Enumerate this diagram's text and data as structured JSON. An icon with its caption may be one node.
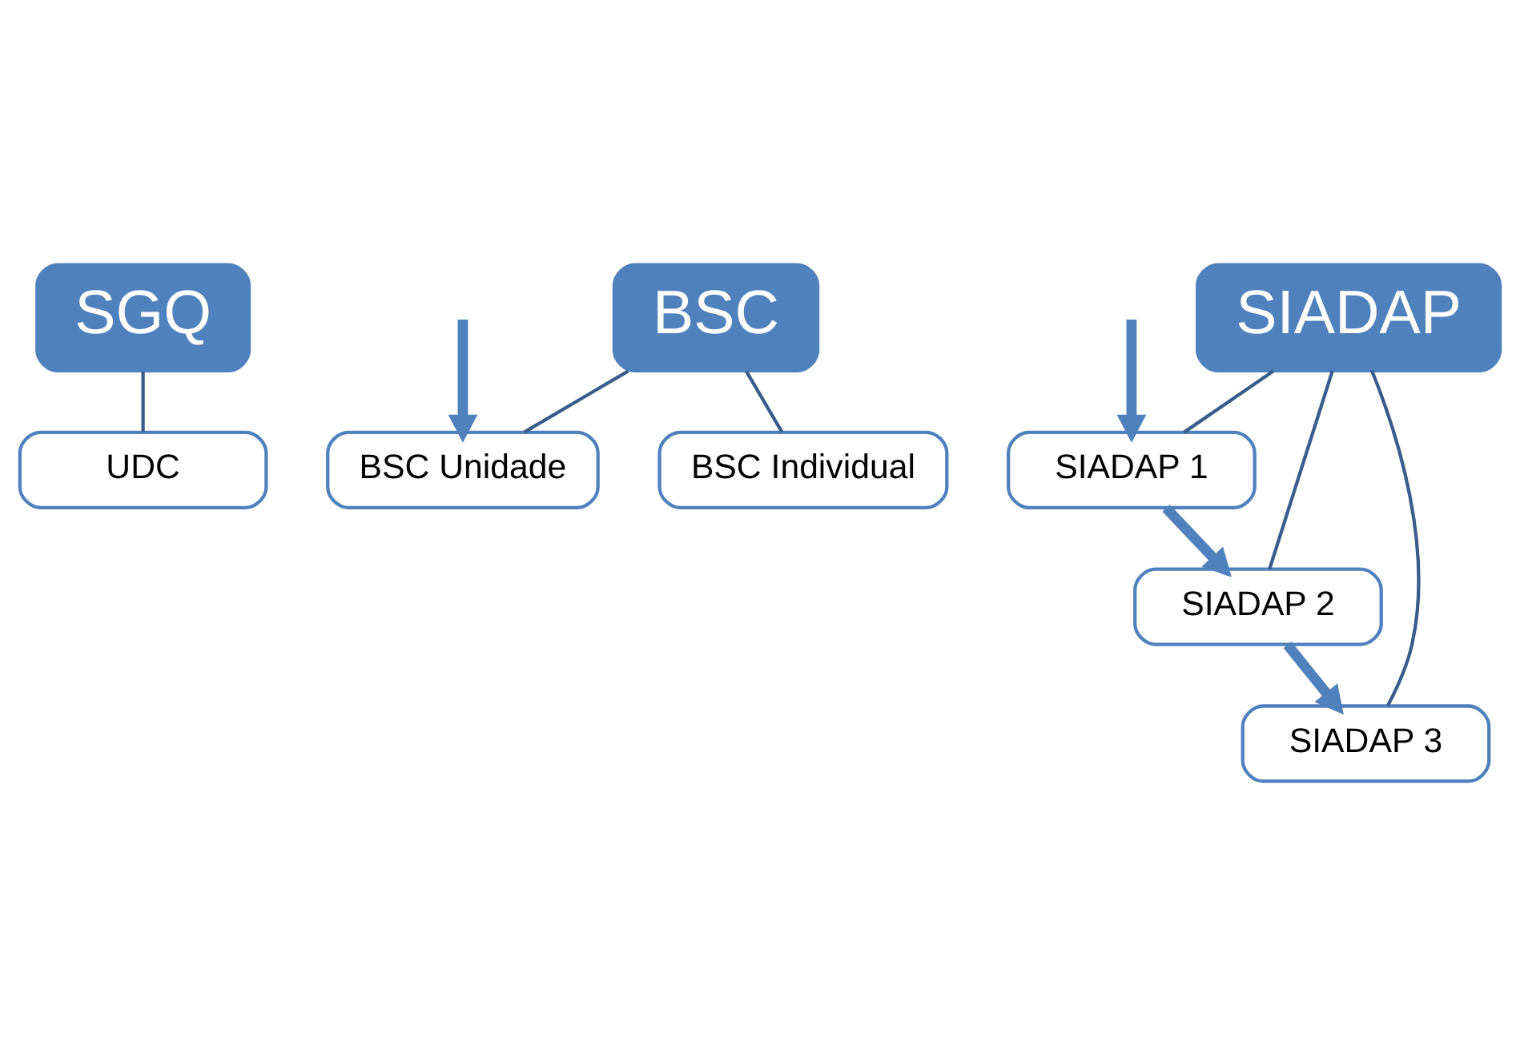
{
  "diagram": {
    "nodes": [
      {
        "text": [
          "SGQ"
        ]
      },
      {
        "text": [
          "UDC"
        ]
      },
      {
        "text": [
          "BSC"
        ]
      },
      {
        "text": [
          "BSC Unidade"
        ]
      },
      {
        "text": [
          "BSC Individual"
        ]
      },
      {
        "text": [
          "SIADAP"
        ]
      },
      {
        "text": [
          "SIADAP 1"
        ]
      },
      {
        "text": [
          "SIADAP 2"
        ]
      },
      {
        "text": [
          "SIADAP 3"
        ]
      }
    ],
    "edges": [
      {
        "from": 0,
        "to": 1,
        "arrow": "none"
      },
      {
        "from": 2,
        "to": 3,
        "arrow": "none"
      },
      {
        "from": 2,
        "to": 4,
        "arrow": "none"
      },
      {
        "from": null,
        "to": 3,
        "arrow": "to",
        "style": "thick",
        "color": "#4f81bd"
      },
      {
        "from": 5,
        "to": 6,
        "arrow": "none"
      },
      {
        "from": 5,
        "to": 7,
        "arrow": "none"
      },
      {
        "from": 5,
        "to": 8,
        "arrow": "none"
      },
      {
        "from": null,
        "to": 6,
        "arrow": "to",
        "style": "thick",
        "color": "#4f81bd"
      },
      {
        "from": 6,
        "to": 7,
        "arrow": "to",
        "style": "thick",
        "color": "#4f81bd"
      },
      {
        "from": 7,
        "to": 8,
        "arrow": "to",
        "style": "thick",
        "color": "#4f81bd"
      }
    ]
  }
}
